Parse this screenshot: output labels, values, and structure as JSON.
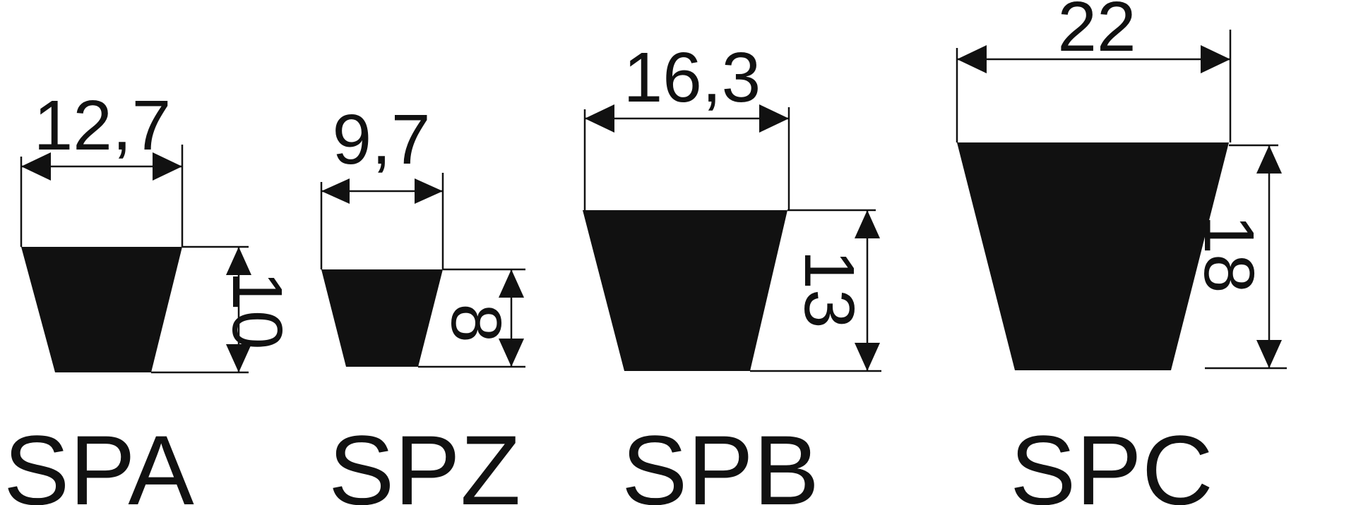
{
  "profiles": [
    {
      "name": "SPA",
      "width_label": "12,7",
      "height_label": "10"
    },
    {
      "name": "SPZ",
      "width_label": "9,7",
      "height_label": "8"
    },
    {
      "name": "SPB",
      "width_label": "16,3",
      "height_label": "13"
    },
    {
      "name": "SPC",
      "width_label": "22",
      "height_label": "18"
    }
  ],
  "colors": {
    "ink": "#111111",
    "background": "#ffffff"
  }
}
